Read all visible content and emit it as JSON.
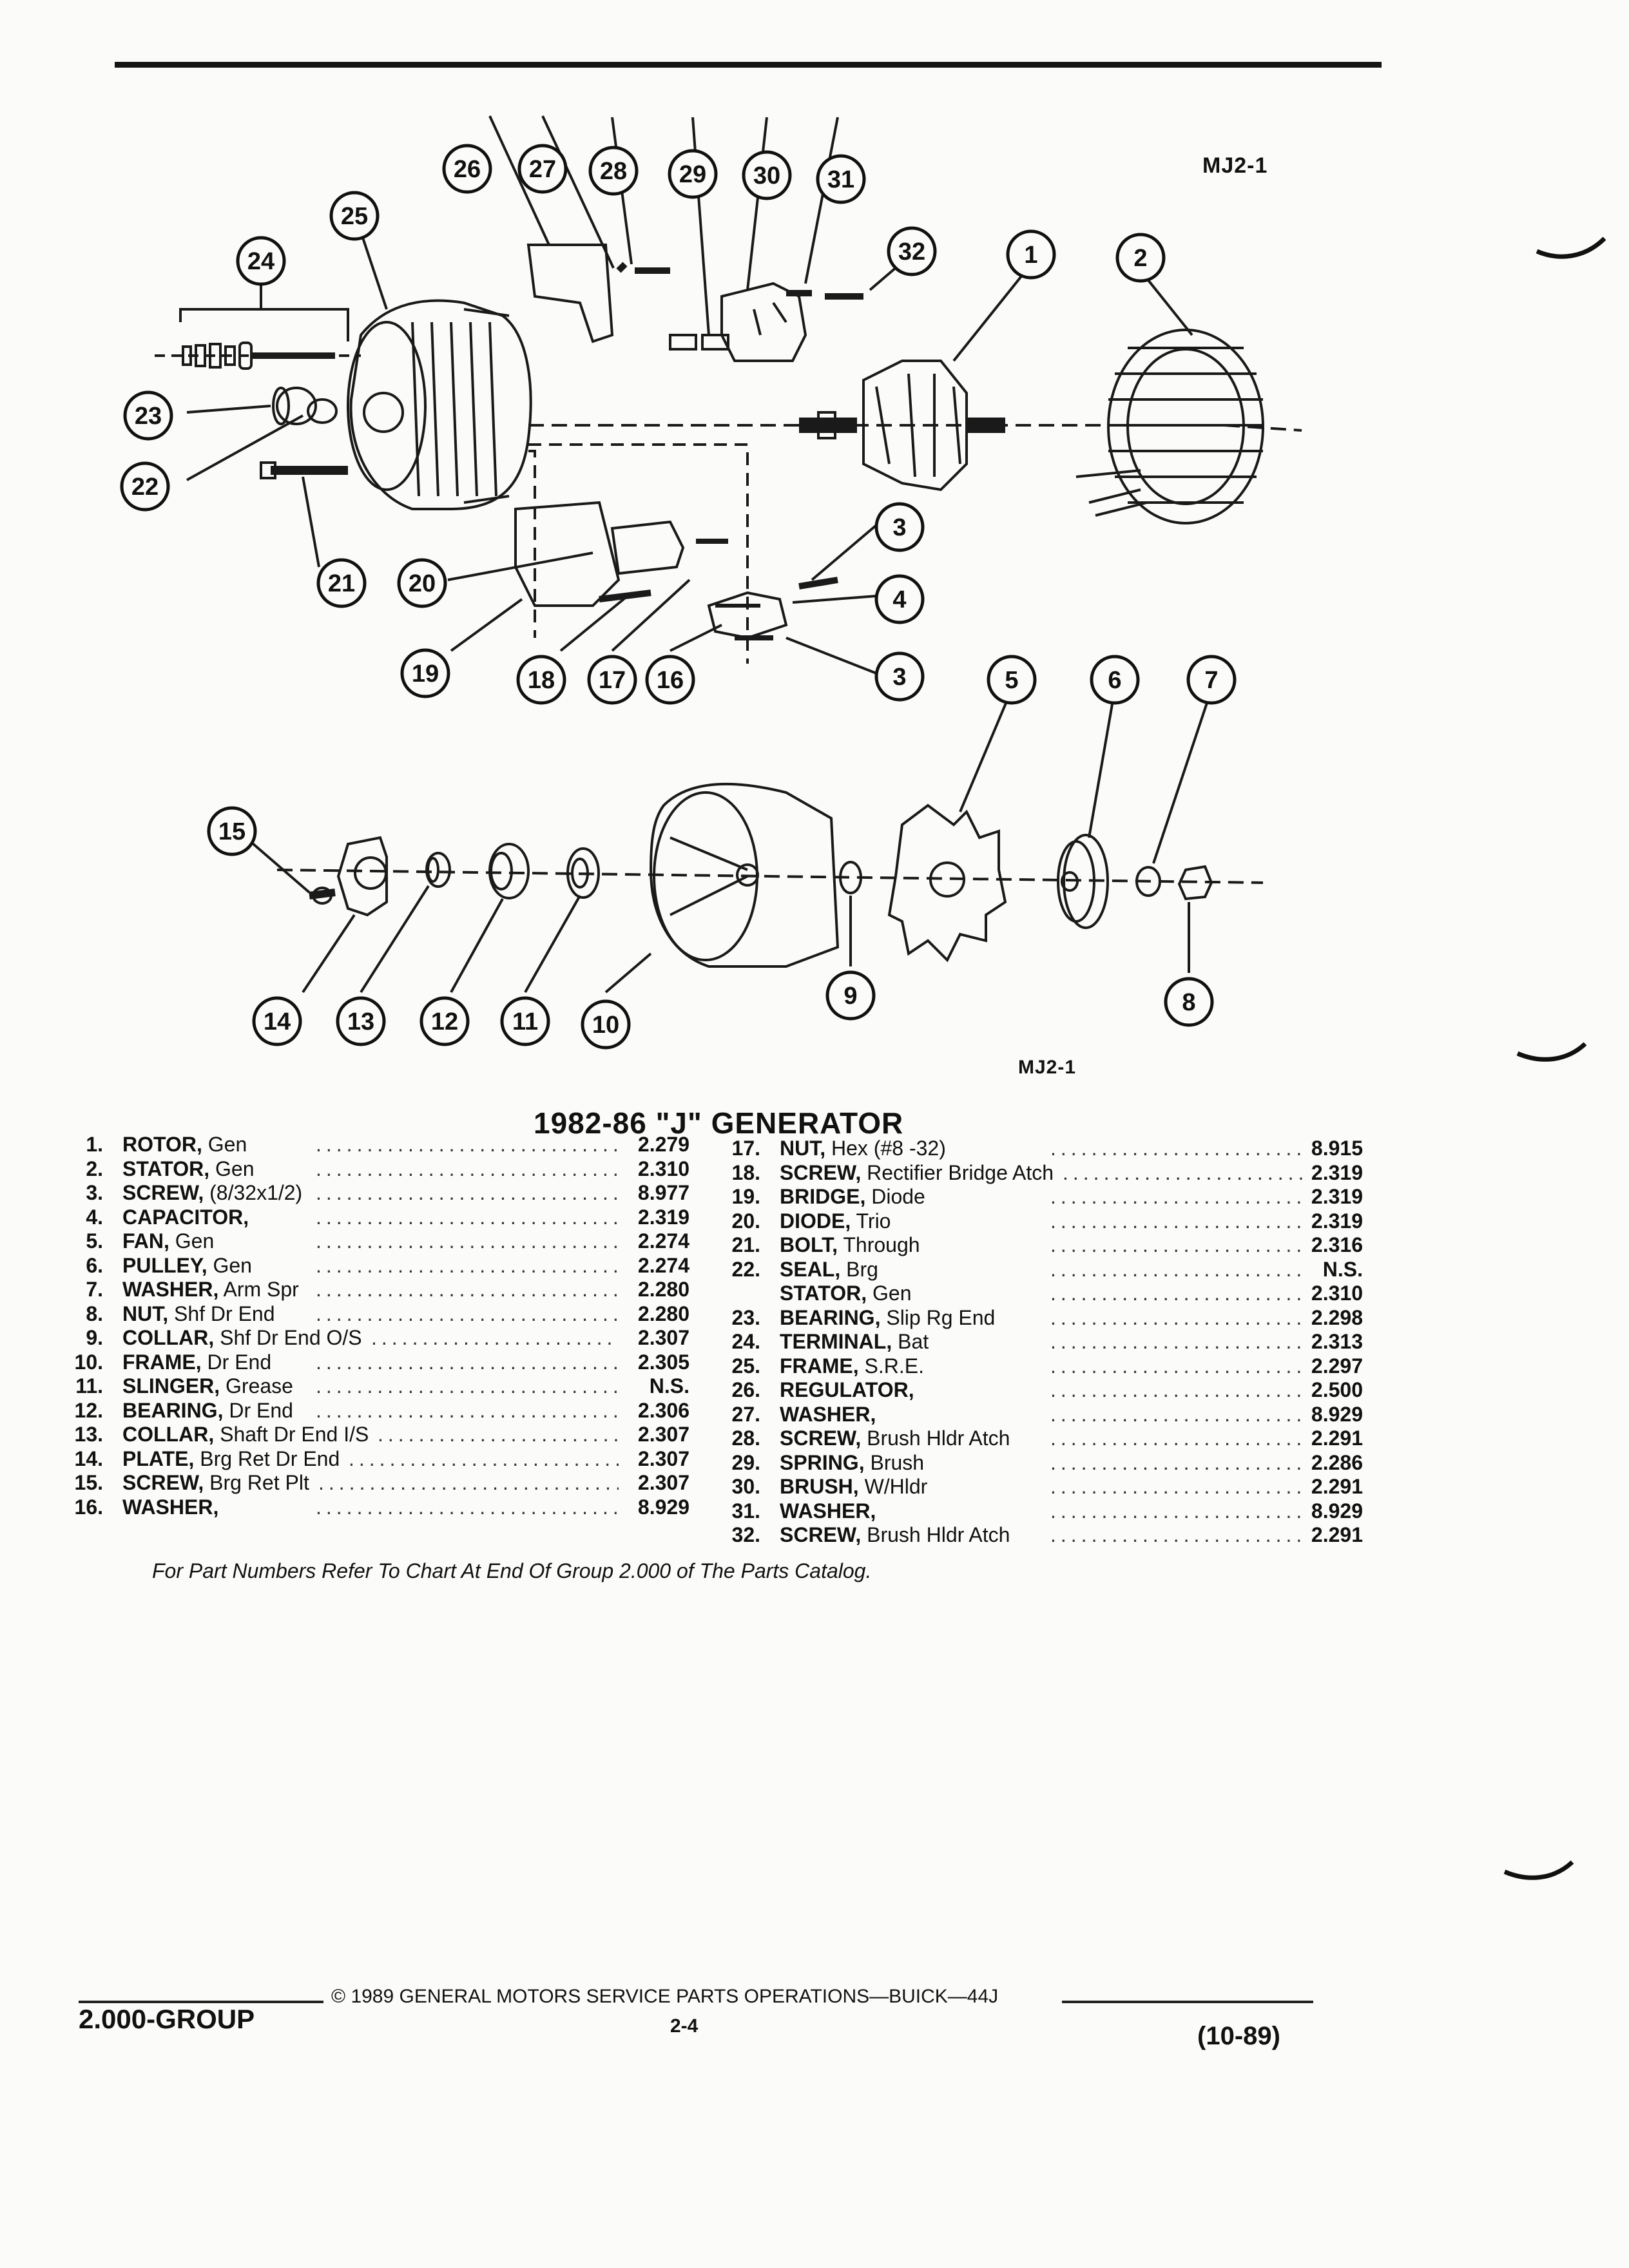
{
  "figure": {
    "code_top": "MJ2-1",
    "code_bottom": "MJ2-1",
    "callouts": [
      "1",
      "2",
      "3",
      "4",
      "5",
      "6",
      "7",
      "8",
      "9",
      "10",
      "11",
      "12",
      "13",
      "14",
      "15",
      "16",
      "17",
      "18",
      "19",
      "20",
      "21",
      "22",
      "23",
      "24",
      "25",
      "26",
      "27",
      "28",
      "29",
      "30",
      "31",
      "32"
    ]
  },
  "title": "1982-86 \"J\" GENERATOR",
  "parts_left": [
    {
      "num": "1.",
      "name": "ROTOR,",
      "sub": " Gen",
      "ref": "2.279"
    },
    {
      "num": "2.",
      "name": "STATOR,",
      "sub": " Gen",
      "ref": "2.310"
    },
    {
      "num": "3.",
      "name": "SCREW,",
      "sub": " (8/32x1/2)",
      "ref": "8.977"
    },
    {
      "num": "4.",
      "name": "CAPACITOR,",
      "sub": "",
      "ref": "2.319"
    },
    {
      "num": "5.",
      "name": "FAN,",
      "sub": " Gen",
      "ref": "2.274"
    },
    {
      "num": "6.",
      "name": "PULLEY,",
      "sub": " Gen",
      "ref": "2.274"
    },
    {
      "num": "7.",
      "name": "WASHER,",
      "sub": " Arm Spr",
      "ref": "2.280"
    },
    {
      "num": "8.",
      "name": "NUT,",
      "sub": " Shf Dr End",
      "ref": "2.280"
    },
    {
      "num": "9.",
      "name": "COLLAR,",
      "sub": " Shf Dr End O/S",
      "ref": "2.307"
    },
    {
      "num": "10.",
      "name": "FRAME,",
      "sub": " Dr End",
      "ref": "2.305"
    },
    {
      "num": "11.",
      "name": "SLINGER,",
      "sub": " Grease",
      "ref": "N.S."
    },
    {
      "num": "12.",
      "name": "BEARING,",
      "sub": " Dr End",
      "ref": "2.306"
    },
    {
      "num": "13.",
      "name": "COLLAR,",
      "sub": " Shaft Dr End I/S",
      "ref": "2.307"
    },
    {
      "num": "14.",
      "name": "PLATE,",
      "sub": " Brg Ret Dr End",
      "ref": "2.307"
    },
    {
      "num": "15.",
      "name": "SCREW,",
      "sub": " Brg Ret Plt",
      "ref": "2.307"
    },
    {
      "num": "16.",
      "name": "WASHER,",
      "sub": "",
      "ref": "8.929"
    }
  ],
  "parts_right": [
    {
      "num": "17.",
      "name": "NUT,",
      "sub": " Hex (#8 -32)",
      "ref": "8.915"
    },
    {
      "num": "18.",
      "name": "SCREW,",
      "sub": " Rectifier Bridge Atch",
      "ref": "2.319"
    },
    {
      "num": "19.",
      "name": "BRIDGE,",
      "sub": " Diode",
      "ref": "2.319"
    },
    {
      "num": "20.",
      "name": "DIODE,",
      "sub": " Trio",
      "ref": "2.319"
    },
    {
      "num": "21.",
      "name": "BOLT,",
      "sub": " Through",
      "ref": "2.316"
    },
    {
      "num": "22.",
      "name": "SEAL,",
      "sub": " Brg",
      "ref": "N.S."
    },
    {
      "num": "",
      "name": "STATOR,",
      "sub": " Gen",
      "ref": "2.310"
    },
    {
      "num": "23.",
      "name": "BEARING,",
      "sub": " Slip Rg End",
      "ref": "2.298"
    },
    {
      "num": "24.",
      "name": "TERMINAL,",
      "sub": " Bat",
      "ref": "2.313"
    },
    {
      "num": "25.",
      "name": "FRAME,",
      "sub": " S.R.E.",
      "ref": "2.297"
    },
    {
      "num": "26.",
      "name": "REGULATOR,",
      "sub": "",
      "ref": "2.500"
    },
    {
      "num": "27.",
      "name": "WASHER,",
      "sub": "",
      "ref": "8.929"
    },
    {
      "num": "28.",
      "name": "SCREW,",
      "sub": " Brush Hldr Atch",
      "ref": "2.291"
    },
    {
      "num": "29.",
      "name": "SPRING,",
      "sub": " Brush",
      "ref": "2.286"
    },
    {
      "num": "30.",
      "name": "BRUSH,",
      "sub": " W/Hldr",
      "ref": "2.291"
    },
    {
      "num": "31.",
      "name": "WASHER,",
      "sub": "",
      "ref": "8.929"
    },
    {
      "num": "32.",
      "name": "SCREW,",
      "sub": " Brush Hldr Atch",
      "ref": "2.291"
    }
  ],
  "note": "For Part Numbers Refer To Chart At End Of Group 2.000 of The Parts Catalog.",
  "footer": {
    "group": "2.000-GROUP",
    "copyright": "© 1989 GENERAL MOTORS SERVICE PARTS OPERATIONS—BUICK—44J",
    "page": "2-4",
    "date": "(10-89)"
  }
}
